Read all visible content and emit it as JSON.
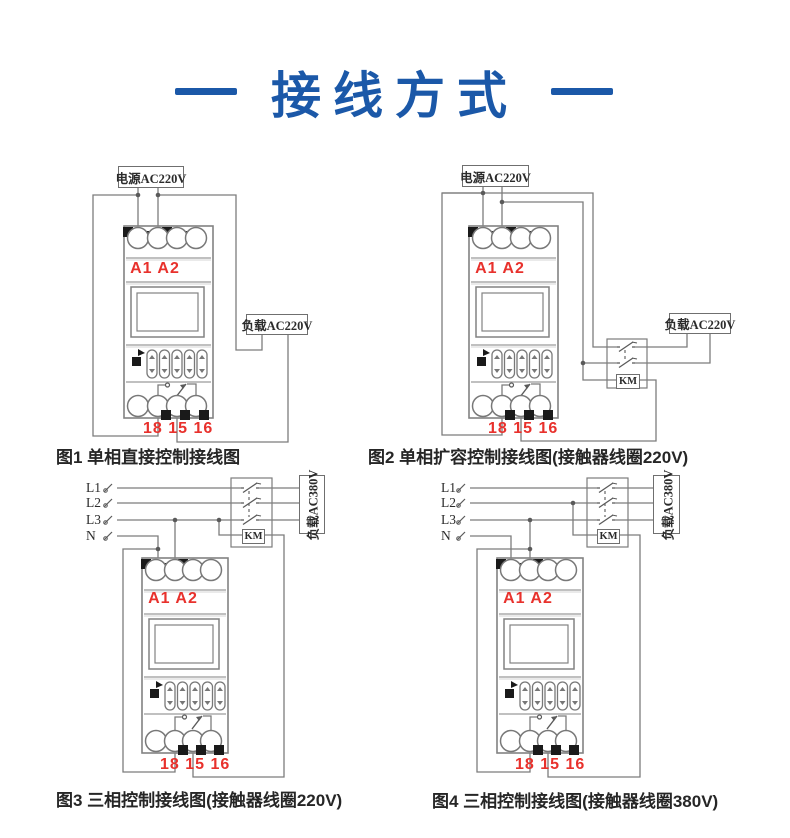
{
  "title": {
    "text": "接线方式"
  },
  "fig1": {
    "caption": "图1 单相直接控制接线图",
    "power_label": "电源AC220V",
    "load_label": "负载AC220V",
    "coil_terminals": "A1 A2",
    "relay_terminals": "18 15 16"
  },
  "fig2": {
    "caption": "图2 单相扩容控制接线图(接触器线圈220V)",
    "power_label": "电源AC220V",
    "load_label": "负载AC220V",
    "contactor_label": "KM",
    "coil_terminals": "A1 A2",
    "relay_terminals": "18 15 16"
  },
  "fig3": {
    "caption": "图3 三相控制接线图(接触器线圈220V)",
    "load_label": "负载AC380V",
    "contactor_label": "KM",
    "phases": [
      "L1",
      "L2",
      "L3",
      "N"
    ],
    "coil_terminals": "A1 A2",
    "relay_terminals": "18 15 16"
  },
  "fig4": {
    "caption": "图4 三相控制接线图(接触器线圈380V)",
    "load_label": "负载AC380V",
    "contactor_label": "KM",
    "phases": [
      "L1",
      "L2",
      "L3",
      "N"
    ],
    "coil_terminals": "A1 A2",
    "relay_terminals": "18 15 16"
  }
}
